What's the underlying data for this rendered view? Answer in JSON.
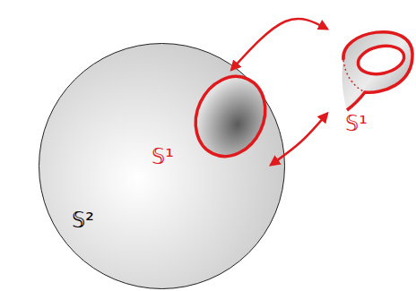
{
  "diagram": {
    "nodes": [
      {
        "text": [
          "𝕊²"
        ]
      },
      {
        "text": [
          "𝕊¹"
        ],
        "in": 0
      },
      {
        "text": [
          "𝕊¹"
        ]
      }
    ],
    "edges": [
      {
        "from": 1,
        "to": 2,
        "arrow": "both"
      },
      {
        "from": 1,
        "to": 2,
        "arrow": "both"
      }
    ]
  }
}
